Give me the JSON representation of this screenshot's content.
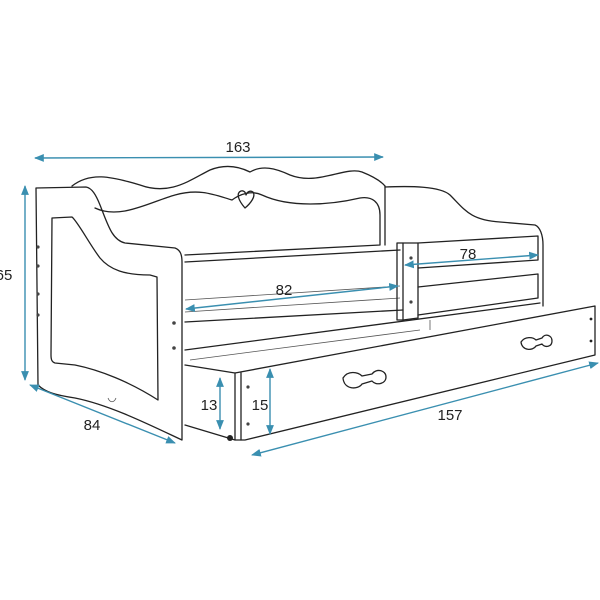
{
  "dimension_color": "#3a8fb0",
  "dimensions": {
    "total_length": "163",
    "height": "65",
    "depth": "84",
    "mattress_width": "82",
    "guard_rail_length": "78",
    "drawer_side_height": "13",
    "drawer_front_height": "15",
    "drawer_length": "157"
  }
}
